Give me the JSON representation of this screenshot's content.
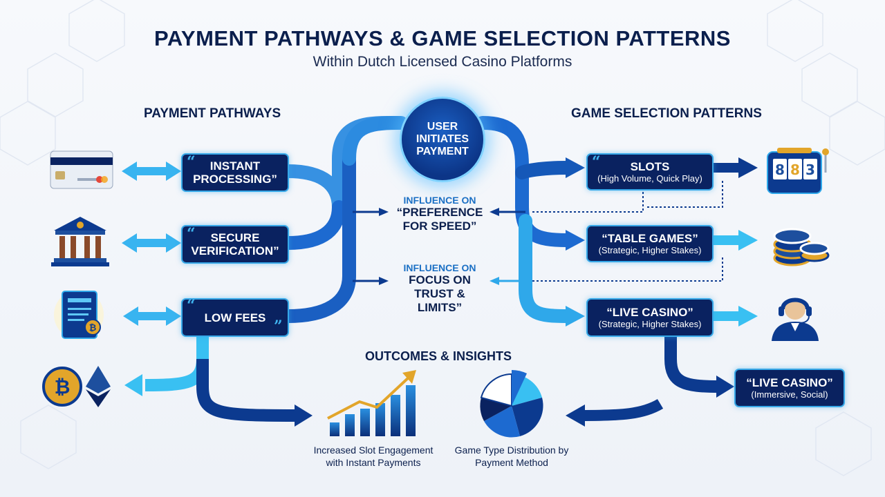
{
  "header": {
    "title": "PAYMENT PATHWAYS & GAME SELECTION PATTERNS",
    "subtitle": "Within Dutch Licensed Casino Platforms"
  },
  "left": {
    "heading": "PAYMENT PATHWAYS",
    "boxes": [
      {
        "line1": "INSTANT",
        "line2": "PROCESSING”"
      },
      {
        "line1": "SECURE",
        "line2": "VERIFICATION”"
      },
      {
        "line1": "LOW FEES"
      }
    ]
  },
  "center": {
    "hub": "USER INITIATES PAYMENT",
    "influence1": {
      "heading": "INFLUENCE ON",
      "text": "“PREFERENCE FOR SPEED”"
    },
    "influence2": {
      "heading": "INFLUENCE ON",
      "text": "FOCUS ON TRUST & LIMITS”"
    },
    "outcomes_heading": "OUTCOMES & INSIGHTS",
    "caption1": "Increased Slot Engagement with Instant Payments",
    "caption2": "Game Type Distribution by Payment Method"
  },
  "right": {
    "heading": "GAME SELECTION PATTERNS",
    "boxes": [
      {
        "main": "SLOTS",
        "sub": "(High Volume, Quick Play)"
      },
      {
        "main": "“TABLE GAMES”",
        "sub": "(Strategic, Higher Stakes)"
      },
      {
        "main": "“LIVE CASINO”",
        "sub": "(Strategic, Higher Stakes)"
      },
      {
        "main": "“LIVE CASINO”",
        "sub": "(Immersive, Social)"
      }
    ]
  },
  "icons": {
    "quote_open": "“",
    "quote_close": "”",
    "slot_digits": [
      "8",
      "8",
      "3"
    ],
    "coin_symbol": "₿"
  },
  "colors": {
    "navy": "#0a2260",
    "deep_blue": "#0c3a8f",
    "mid_blue": "#1666c9",
    "bright_blue": "#2fa8ea",
    "cyan": "#39c0f2",
    "gold": "#e2a52a"
  }
}
